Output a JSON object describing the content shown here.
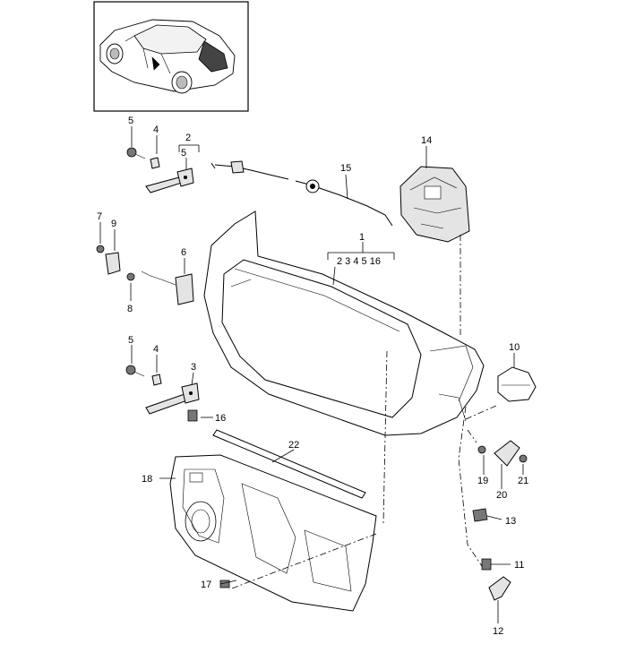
{
  "callouts": {
    "c1": "1",
    "c1_sub": "2  3  4  5  16",
    "c2": "2",
    "c3": "3",
    "c4a": "4",
    "c4b": "4",
    "c5a": "5",
    "c5b": "5",
    "c5c": "5",
    "c6": "6",
    "c7": "7",
    "c8": "8",
    "c9": "9",
    "c10": "10",
    "c11": "11",
    "c12": "12",
    "c13": "13",
    "c14": "14",
    "c15": "15",
    "c16": "16",
    "c17": "17",
    "c18": "18",
    "c19": "19",
    "c20": "20",
    "c21": "21",
    "c22": "22"
  }
}
